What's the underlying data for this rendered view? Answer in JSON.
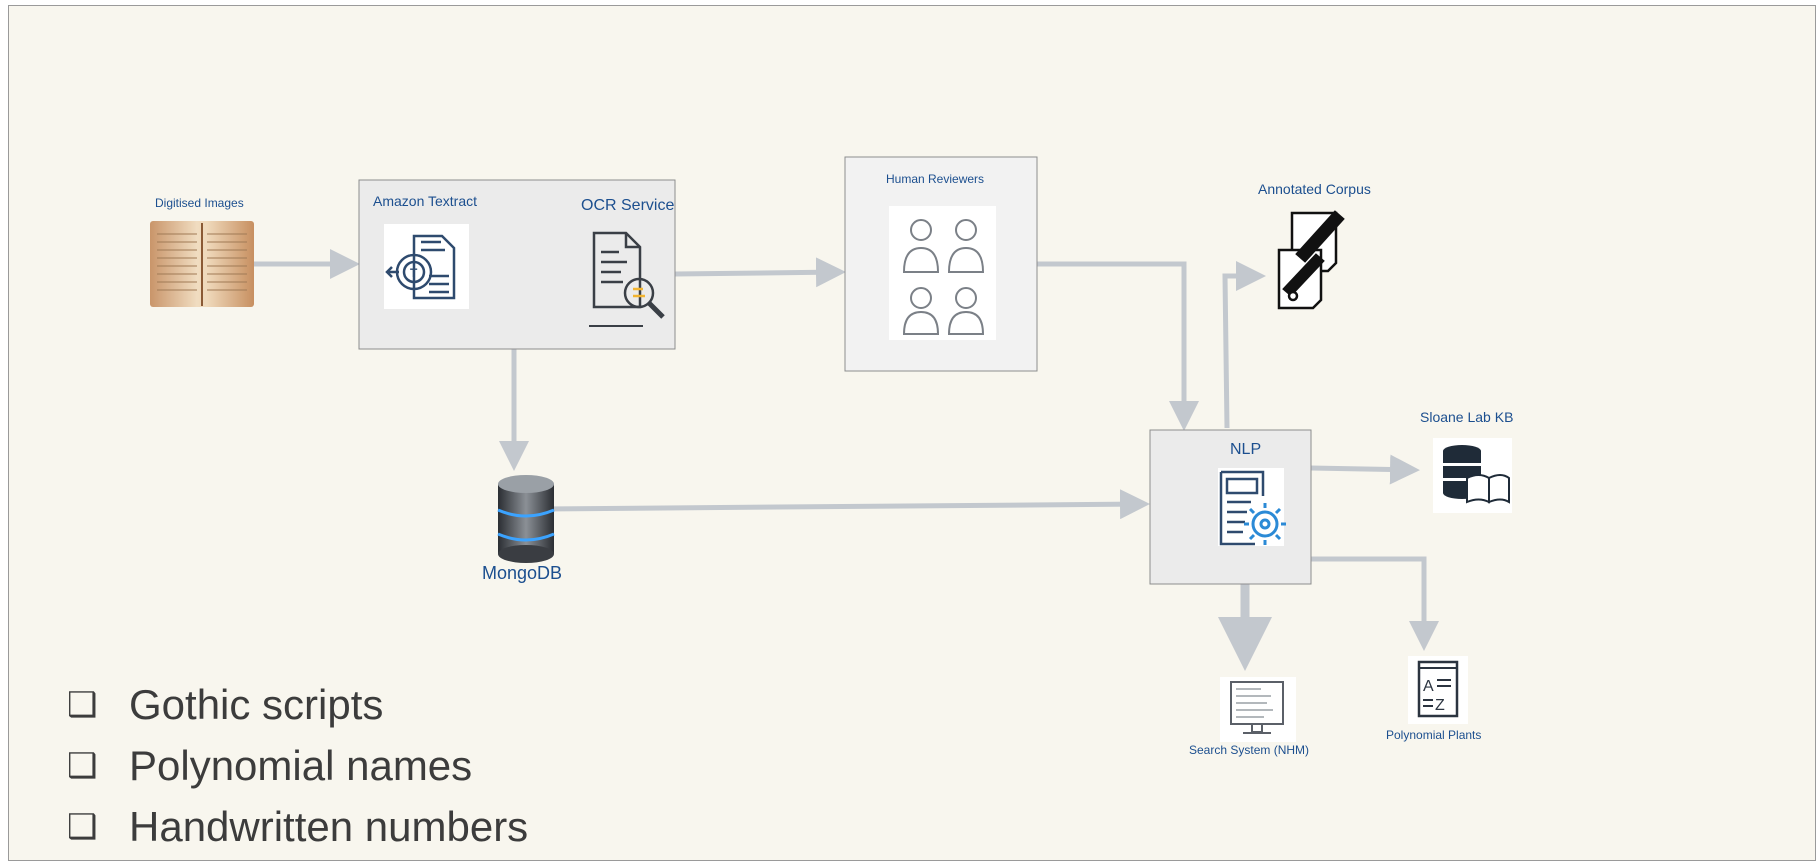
{
  "nodes": {
    "digitised_images": "Digitised Images",
    "amazon_textract": "Amazon Textract",
    "ocr_service": "OCR Service",
    "human_reviewers": "Human Reviewers",
    "annotated_corpus": "Annotated Corpus",
    "sloane_lab_kb": "Sloane Lab KB",
    "nlp": "NLP",
    "mongodb": "MongoDB",
    "search_system": "Search System (NHM)",
    "polynomial_plants": "Polynomial Plants"
  },
  "bullets": {
    "marker": "❑",
    "items": [
      "Gothic scripts",
      "Polynomial names",
      "Handwritten numbers"
    ]
  },
  "colors": {
    "label": "#1c4f8f",
    "arrow": "#c3c8ce",
    "box_fill": "#ebebeb",
    "background": "#f8f6ee"
  }
}
